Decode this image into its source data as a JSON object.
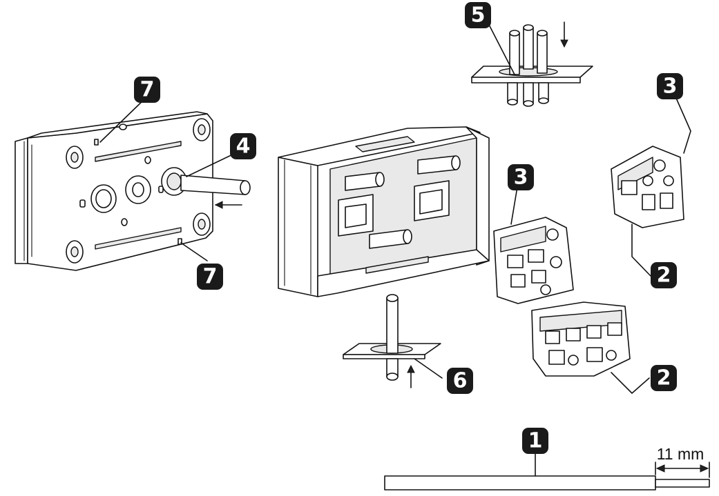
{
  "callouts": {
    "c1": "1",
    "c2a": "2",
    "c2b": "2",
    "c3a": "3",
    "c3b": "3",
    "c4": "4",
    "c5": "5",
    "c6": "6",
    "c7a": "7",
    "c7b": "7"
  },
  "dimension": {
    "strip_length": "11 mm"
  }
}
